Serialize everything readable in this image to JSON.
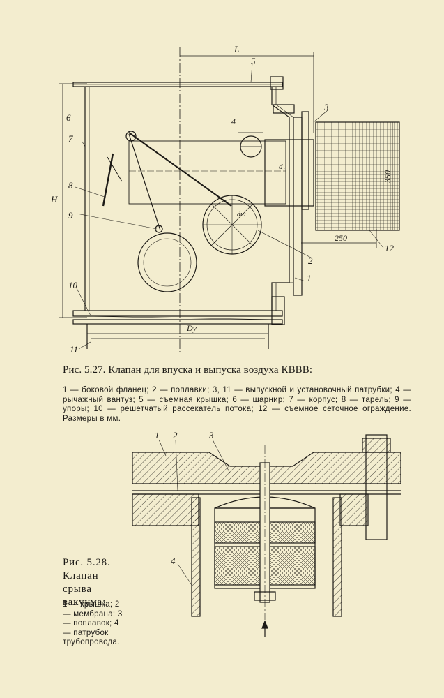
{
  "figure1": {
    "caption": "Рис. 5.27. Клапан для впуска и выпуска воздуха КВВВ:",
    "legend": "1 — боковой фланец; 2 — поплавки; 3, 11 — выпускной и установочный патрубки; 4 — рычажный вантуз; 5 — съемная крышка; 6 — шарнир; 7 — корпус; 8 — тарель; 9 — упоры; 10 — решетчатый рассекатель потока; 12 — съемное сеточное ограждение. Размеры в мм.",
    "labels": {
      "l": "L",
      "h": "H",
      "dy": "Dy",
      "d1": "d₁",
      "dsh": "dш",
      "n1": "1",
      "n2": "2",
      "n3": "3",
      "n4": "4",
      "n5": "5",
      "n6": "6",
      "n7": "7",
      "n8": "8",
      "n9": "9",
      "n10": "10",
      "n11": "11",
      "n12": "12",
      "dim350": "350",
      "dim250": "250"
    }
  },
  "figure2": {
    "caption": "Рис. 5.28. Клапан срыва вакуума:",
    "legend": "1 — крышка; 2 — мембрана; 3 — поплавок; 4 — патрубок трубопровода.",
    "labels": {
      "n1": "1",
      "n2": "2",
      "n3": "3",
      "n4": "4"
    }
  }
}
